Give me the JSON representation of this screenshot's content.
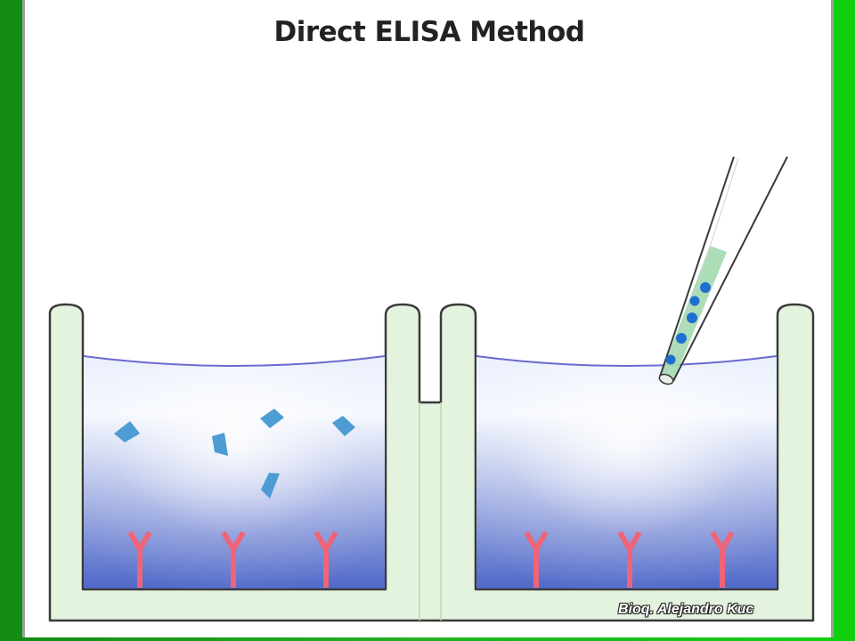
{
  "slide": {
    "title": "Direct ELISA Method",
    "credit": "Bioq. Alejandro Kuc"
  },
  "colors": {
    "background_green": "#18a018",
    "well_wall": "#e3f3de",
    "well_outline": "#3a3a3a",
    "liquid_top": "#ffffff",
    "liquid_bottom": "#5068c8",
    "liquid_surface": "#6a6ad0",
    "antigen": "#4d9cd4",
    "antibody": "#ef6478",
    "pipette_liquid": "#a6dcb2",
    "pipette_droplet": "#1f6fce"
  },
  "icons": {
    "wells": "elisa-microplate-well",
    "antigens": "antigen-fragment",
    "antibodies": "y-antibody",
    "pipette": "pipette-with-droplets"
  }
}
